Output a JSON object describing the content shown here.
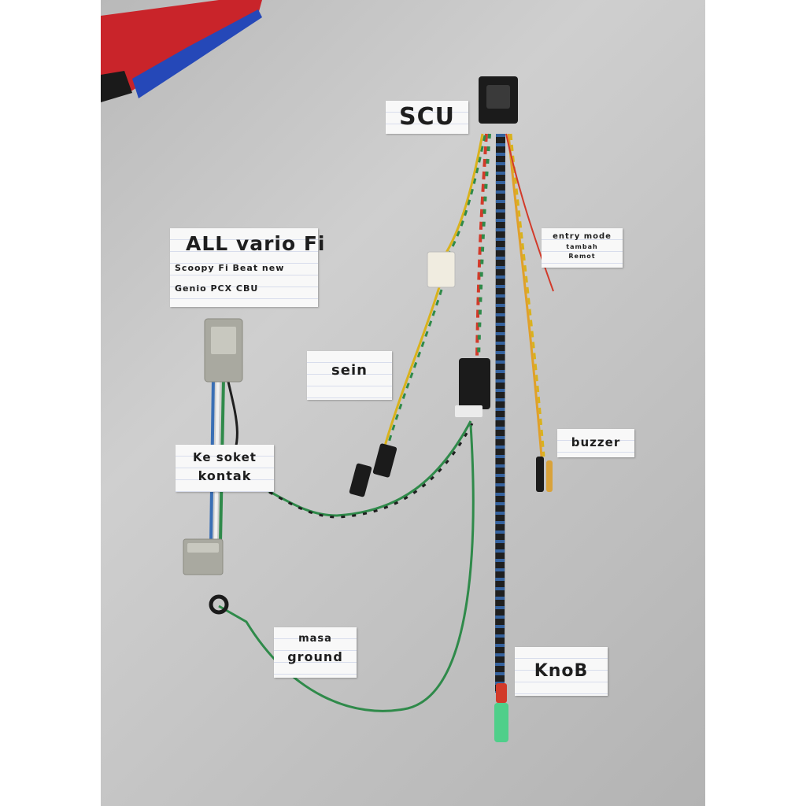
{
  "labels": {
    "scu": "SCU",
    "models": {
      "line1": "ALL vario Fi",
      "line2": "Scoopy Fi  Beat new",
      "line3": "Genio   PCX CBU"
    },
    "entry": {
      "line1": "entry mode",
      "line2": "tambah",
      "line3": "Remot"
    },
    "sein": "sein",
    "buzzer": "buzzer",
    "kontak": {
      "line1": "Ke soket",
      "line2": "kontak"
    },
    "masa": {
      "line1": "masa",
      "line2": "ground"
    },
    "knob": "KnoB"
  },
  "colors": {
    "background": "#c4c4c4",
    "wire_yellow": "#d9b21c",
    "wire_green": "#2f8a4a",
    "wire_red": "#d23a2a",
    "wire_blue": "#3a6fb5",
    "sleeve_black": "#222222",
    "connector_black": "#1b1b1b",
    "connector_grey": "#a9a9a0",
    "knob_green": "#4fcf8a"
  }
}
